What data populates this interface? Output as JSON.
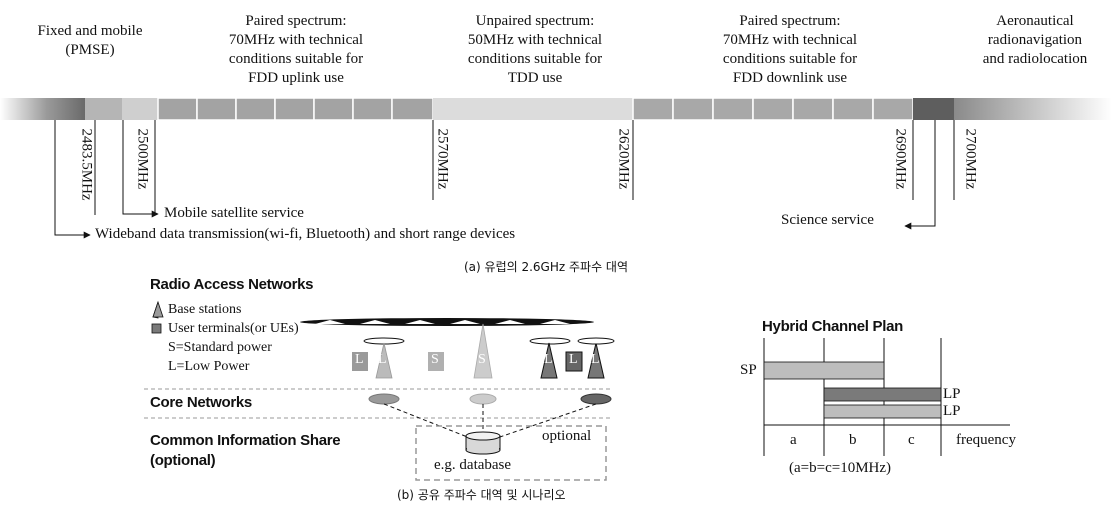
{
  "band": {
    "headers": [
      "Fixed and mobile\n(PMSE)",
      "Paired spectrum:\n70MHz with technical\nconditions suitable for\nFDD uplink use",
      "Unpaired spectrum:\n50MHz with technical\nconditions suitable for\nTDD use",
      "Paired spectrum:\n70MHz with technical\nconditions suitable for\nFDD downlink use",
      "Aeronautical\nradionavigation\nand radiolocation"
    ],
    "frequencies": [
      "2483.5MHz",
      "2500MHz",
      "2570MHz",
      "2620MHz",
      "2690MHz",
      "2700MHz"
    ],
    "services": {
      "mobile_satellite": "Mobile satellite service",
      "wideband": "Wideband data transmission(wi-fi, Bluetooth) and short range devices",
      "science": "Science service"
    },
    "caption": "(a) 유럽의 2.6GHz 주파수 대역"
  },
  "scenario": {
    "ran_title": "Radio Access Networks",
    "legend": [
      "Base stations",
      "User terminals(or UEs)",
      "S=Standard power",
      "L=Low Power"
    ],
    "core_title": "Core Networks",
    "cis_title": "Common Information Share",
    "cis_sub": "(optional)",
    "optional": "optional",
    "database": "e.g. database",
    "box_letters": {
      "L": "L",
      "S": "S"
    },
    "caption": "(b) 공유 주파수 대역 및 시나리오"
  },
  "channel_plan": {
    "title": "Hybrid Channel Plan",
    "sp": "SP",
    "lp": "LP",
    "columns": [
      "a",
      "b",
      "c"
    ],
    "axis": "frequency",
    "note": "(a=b=c=10MHz)"
  },
  "colors": {
    "uplink": "#a3a3a3",
    "tdd": "#dcdcdc",
    "downlink": "#a8a8a8",
    "science": "#5e5e5e",
    "sp_bar": "#bdbdbd",
    "lp_dark": "#7a7a7a"
  }
}
